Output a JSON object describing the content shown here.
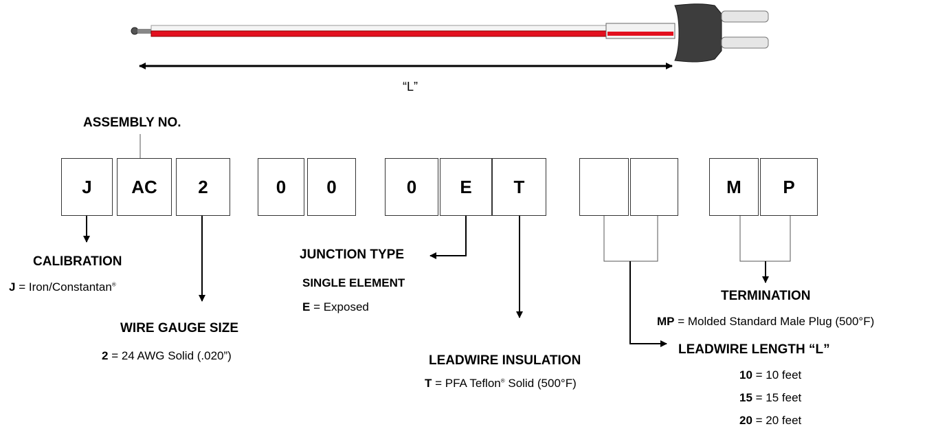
{
  "length_label": "“L”",
  "assembly_heading": "ASSEMBLY NO.",
  "code_boxes": [
    "J",
    "AC",
    "2",
    "0",
    "0",
    "0",
    "E",
    "T",
    "",
    "",
    "M",
    "P"
  ],
  "calibration": {
    "heading": "CALIBRATION",
    "code": "J",
    "sep": " = ",
    "text": "Iron/Constantan",
    "mark": "®"
  },
  "wire_gauge": {
    "heading": "WIRE GAUGE SIZE",
    "code": "2",
    "sep": " = ",
    "text": "24 AWG Solid (.020”)"
  },
  "junction": {
    "heading": "JUNCTION TYPE",
    "subheading": "SINGLE ELEMENT",
    "code": "E",
    "sep": " = ",
    "text": "Exposed"
  },
  "insulation": {
    "heading": "LEADWIRE INSULATION",
    "code": "T",
    "sep": " = PFA Teflon",
    "mark": "®",
    "text": " Solid (500°F)"
  },
  "termination": {
    "heading": "TERMINATION",
    "code": "MP",
    "sep": " = ",
    "text": "Molded Standard Male Plug (500°F)"
  },
  "leadwire_length": {
    "heading": "LEADWIRE LENGTH “L”",
    "options": [
      {
        "code": "10",
        "sep": " = ",
        "text": "10 feet"
      },
      {
        "code": "15",
        "sep": " = ",
        "text": "15 feet"
      },
      {
        "code": "20",
        "sep": " = ",
        "text": "20 feet"
      }
    ]
  },
  "colors": {
    "wire_red": "#e3101f",
    "plug_body": "#3d3d3d",
    "prong": "#e6e6e6",
    "line": "#000000"
  }
}
